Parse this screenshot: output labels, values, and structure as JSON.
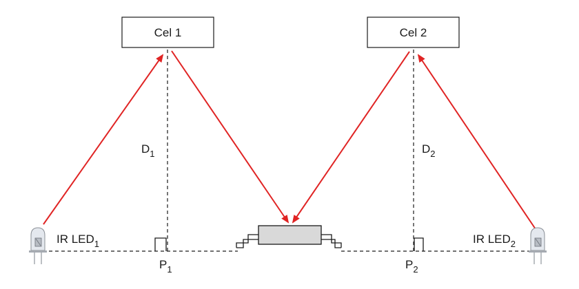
{
  "cells": [
    {
      "label": "Cel 1"
    },
    {
      "label": "Cel 2"
    }
  ],
  "distances": [
    {
      "base": "D",
      "sub": "1"
    },
    {
      "base": "D",
      "sub": "2"
    }
  ],
  "leds": [
    {
      "base": "IR LED",
      "sub": "1"
    },
    {
      "base": "IR LED",
      "sub": "2"
    }
  ],
  "positions": [
    {
      "base": "P",
      "sub": "1"
    },
    {
      "base": "P",
      "sub": "2"
    }
  ],
  "colors": {
    "ray": "#e02424",
    "line": "#1a1a1a",
    "component_fill": "#d9d9d9",
    "led_fill": "#e4e8ee"
  }
}
